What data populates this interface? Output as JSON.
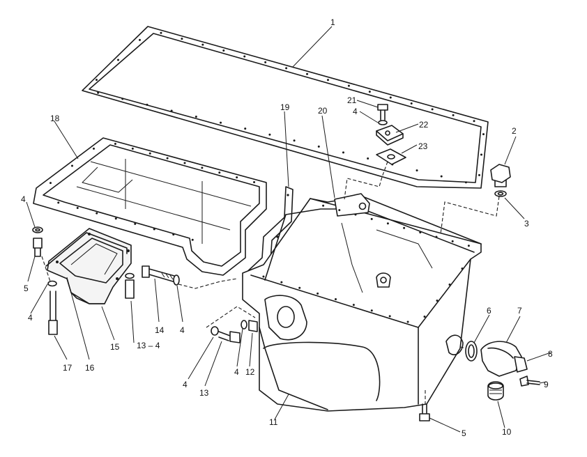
{
  "callouts": {
    "c1": "1",
    "c2": "2",
    "c3": "3",
    "c4a": "4",
    "c4b": "4",
    "c4c": "4",
    "c4d": "4",
    "c4e": "4",
    "c4f": "4",
    "c5a": "5",
    "c5b": "5",
    "c6": "6",
    "c7": "7",
    "c8": "8",
    "c9": "9",
    "c10": "10",
    "c11": "11",
    "c12": "12",
    "c13": "13",
    "c13_4": "13 – 4",
    "c14": "14",
    "c15": "15",
    "c16": "16",
    "c17": "17",
    "c18": "18",
    "c19": "19",
    "c20": "20",
    "c21": "21",
    "c22": "22",
    "c23": "23"
  }
}
